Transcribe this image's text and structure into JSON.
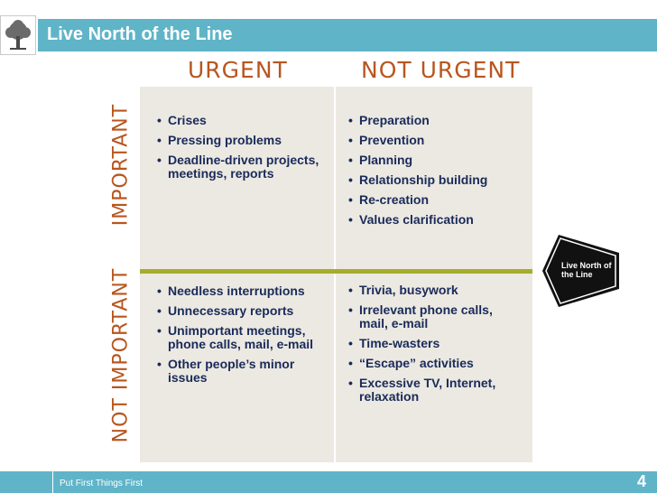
{
  "header": {
    "title": "Live North of the Line"
  },
  "logo": {
    "icon": "tree-icon"
  },
  "columns": {
    "urgent": "URGENT",
    "not_urgent": "NOT URGENT"
  },
  "rows": {
    "important": "IMPORTANT",
    "not_important": "NOT IMPORTANT"
  },
  "quadrants": {
    "q1": [
      "Crises",
      "Pressing problems",
      "Deadline-driven projects, meetings, reports"
    ],
    "q2": [
      "Preparation",
      "Prevention",
      "Planning",
      "Relationship building",
      "Re-creation",
      "Values clarification"
    ],
    "q3": [
      "Needless interruptions",
      "Unnecessary reports",
      "Unimportant meetings, phone calls, mail, e-mail",
      "Other people’s minor issues"
    ],
    "q4": [
      "Trivia, busywork",
      "Irrelevant phone calls, mail, e-mail",
      "Time-wasters",
      "“Escape” activities",
      "Excessive TV, Internet, relaxation"
    ]
  },
  "callout": {
    "text": "Live North of the Line"
  },
  "footer": {
    "text": "Put First Things First",
    "page": "4"
  },
  "colors": {
    "accent": "#5fb4c8",
    "heading": "#b8561e",
    "text": "#1a2a5a",
    "divider": "#a6ad2e",
    "quadrant": "#ebe9e1"
  }
}
